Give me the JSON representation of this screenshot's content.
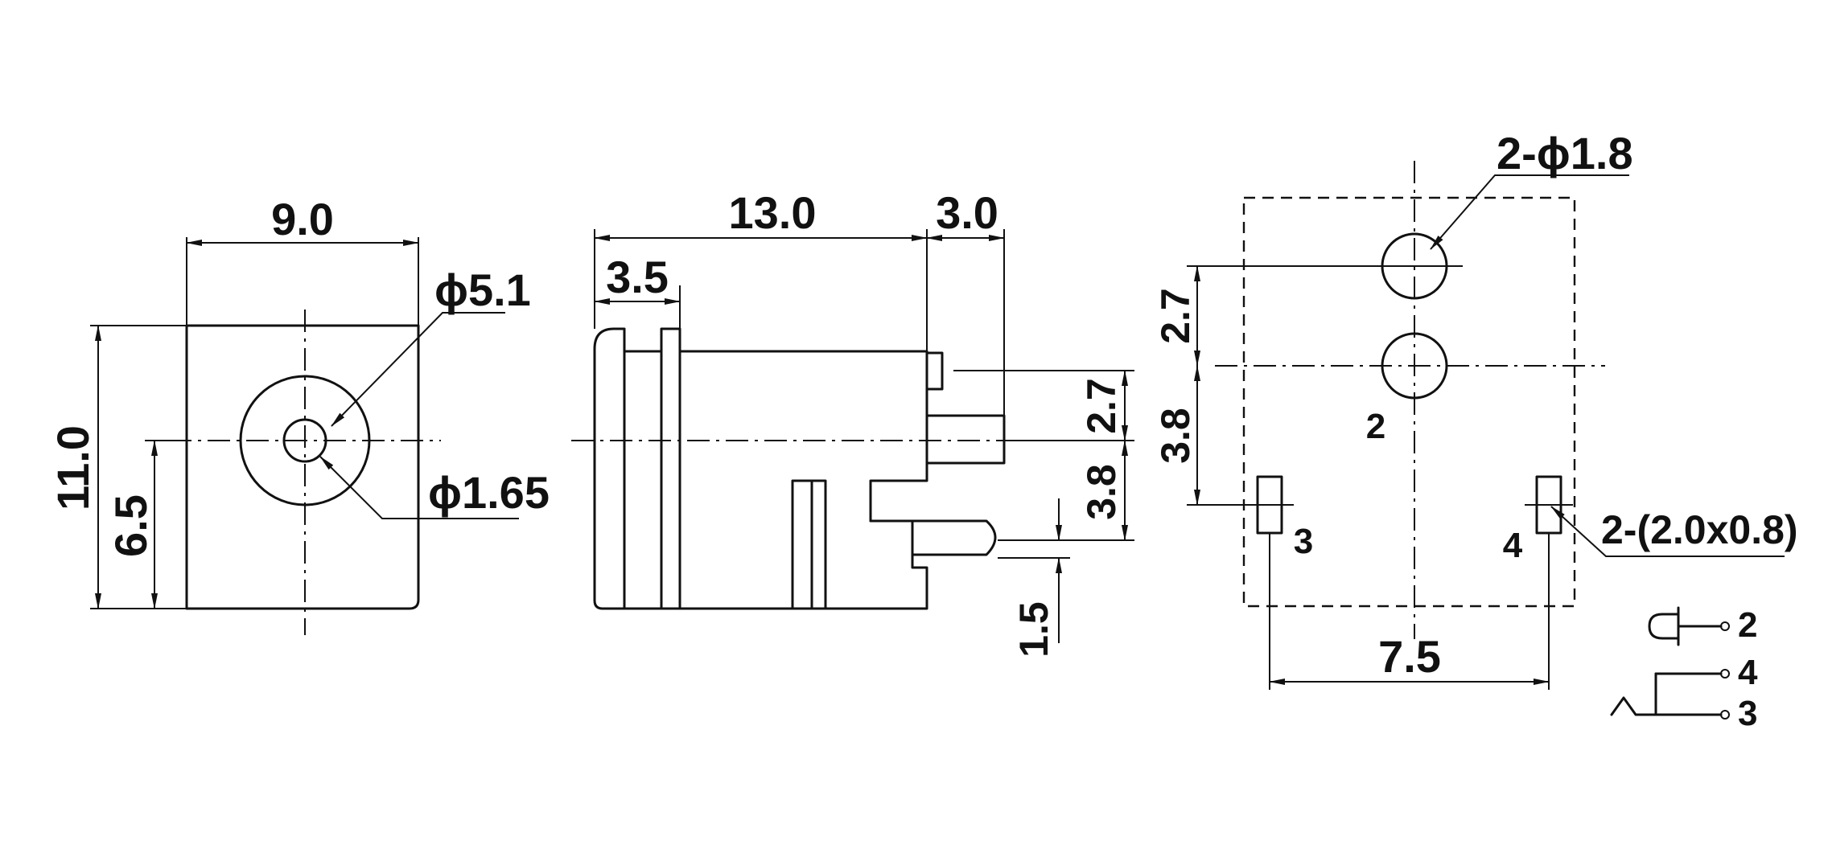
{
  "front_view": {
    "width_label": "9.0",
    "height_label": "11.0",
    "center_height_label": "6.5",
    "outer_diameter_label": "ϕ5.1",
    "pin_diameter_label": "ϕ1.65"
  },
  "side_view": {
    "length_label": "13.0",
    "pin_extension_label": "3.0",
    "flange_label": "3.5",
    "upper_pin_label": "2.7",
    "lower_pin_label": "3.8",
    "pin_thickness_label": "1.5"
  },
  "pcb_view": {
    "hole_label": "2-ϕ1.8",
    "upper_spacing_label": "2.7",
    "lower_spacing_label": "3.8",
    "pin_spacing_label": "7.5",
    "slot_label": "2-(2.0x0.8)",
    "pin_label_2": "2",
    "pin_label_3": "3",
    "pin_label_4": "4"
  },
  "schematic": {
    "pins": [
      "2",
      "4",
      "3"
    ]
  }
}
